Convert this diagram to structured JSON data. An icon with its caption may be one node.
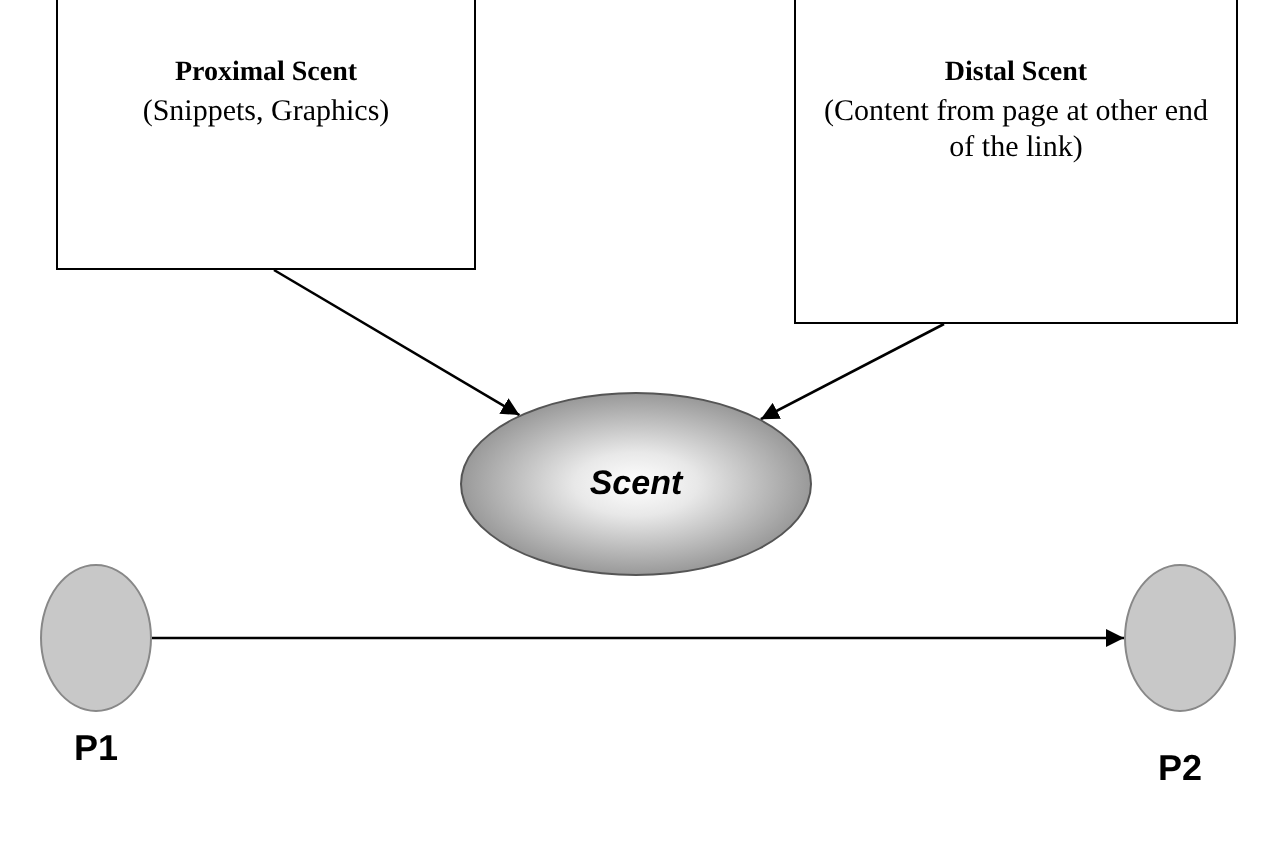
{
  "diagram": {
    "nodes": [
      {
        "text": [
          "Proximal Scent",
          "(Snippets, Graphics)"
        ]
      },
      {
        "text": [
          "Distal Scent",
          "(Content from page at other end of the link)"
        ]
      },
      {
        "text": [
          "Scent"
        ]
      },
      {
        "text": [],
        "shape": "circle",
        "beside": [
          "P1"
        ]
      },
      {
        "text": [],
        "shape": "circle",
        "beside": [
          "P2"
        ]
      }
    ],
    "edges": [
      {
        "from": 0,
        "to": 2,
        "arrow": "to"
      },
      {
        "from": 1,
        "to": 2,
        "arrow": "to"
      },
      {
        "from": 3,
        "to": 4,
        "arrow": "to"
      }
    ]
  }
}
